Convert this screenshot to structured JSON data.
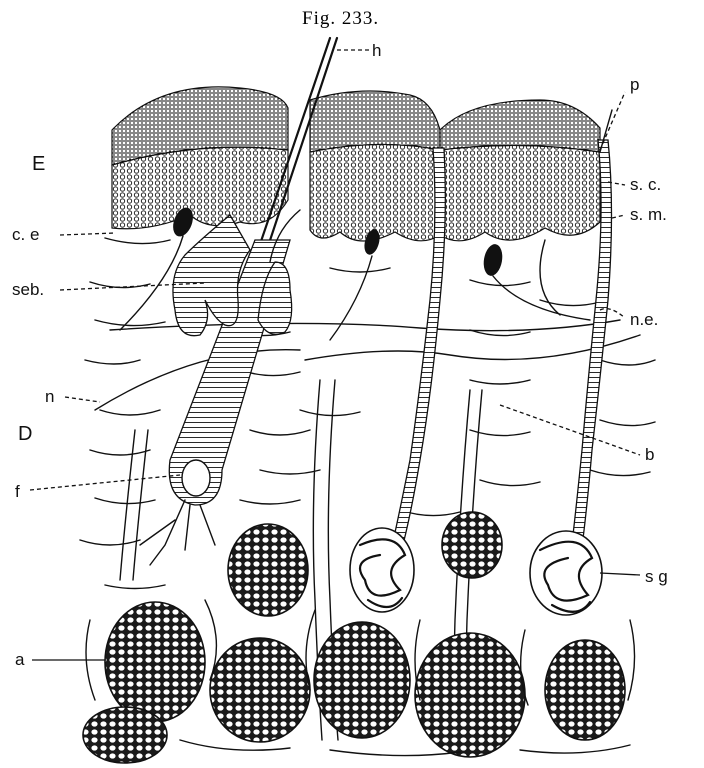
{
  "figure": {
    "title": "Fig. 233."
  },
  "labels": {
    "h": "h",
    "p": "p",
    "E": "E",
    "sc": "s. c.",
    "ce": "c. e",
    "sm": "s. m.",
    "seb": "seb.",
    "ne": "n.e.",
    "n": "n",
    "D": "D",
    "b": "b",
    "f": "f",
    "sg": "s g",
    "a": "a"
  },
  "colors": {
    "ink": "#111111",
    "paper": "#ffffff"
  }
}
